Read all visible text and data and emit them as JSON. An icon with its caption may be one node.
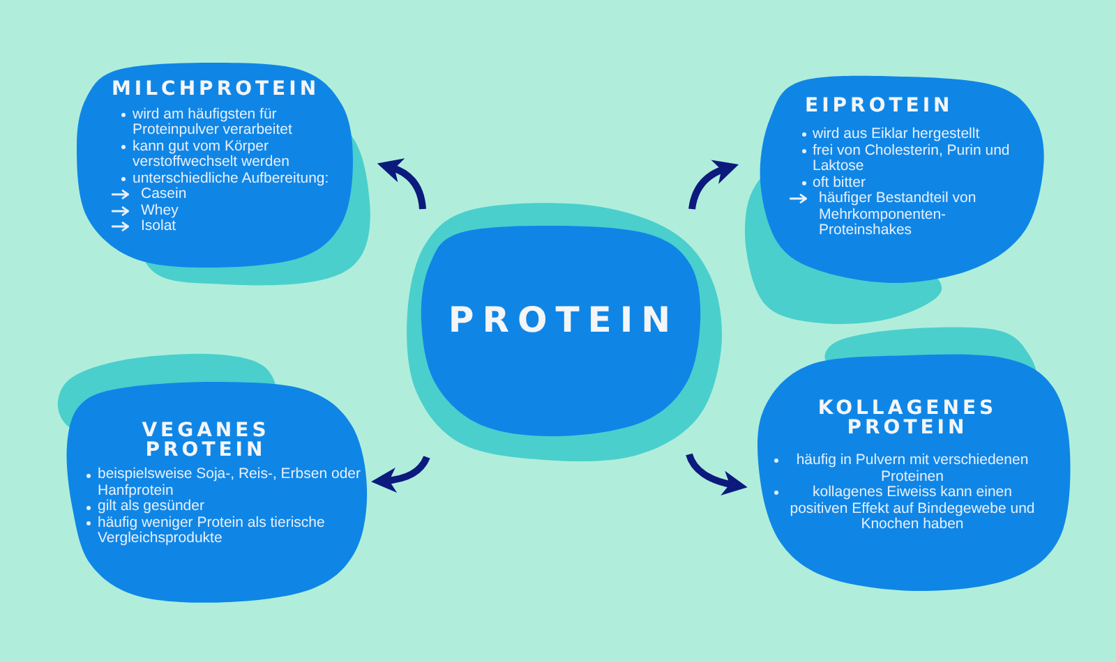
{
  "diagram": {
    "nodes": [
      {
        "text": [
          "MILCHPROTEIN",
          "wird am häufigsten für Proteinpulver verarbeitet",
          "kann gut vom Körper verstoffwechselt werden",
          "unterschiedliche Aufbereitung:",
          "Casein",
          "Whey",
          "Isolat"
        ]
      },
      {
        "text": [
          "EIPROTEIN",
          "wird aus Eiklar hergestellt",
          "frei von Cholesterin, Purin und Laktose",
          "oft bitter",
          "häufiger Bestandteil von Mehrkomponenten-Proteinshakes"
        ]
      },
      {
        "text": [
          "PROTEIN"
        ]
      },
      {
        "text": [
          "VEGANES PROTEIN",
          "beispielsweise Soja-, Reis-, Erbsen oder Hanfprotein",
          "gilt als gesünder",
          "häufig weniger Protein als tierische Vergleichsprodukte"
        ]
      },
      {
        "text": [
          "KOLLAGENES PROTEIN",
          "häufig in Pulvern mit verschiedenen Proteinen",
          "kollagenes Eiweiss kann einen positiven Effekt auf Bindegewebe und Knochen haben"
        ]
      }
    ],
    "edges": [
      {
        "from": 2,
        "to": 0,
        "arrow": "to"
      },
      {
        "from": 2,
        "to": 1,
        "arrow": "to"
      },
      {
        "from": 2,
        "to": 3,
        "arrow": "to"
      },
      {
        "from": 2,
        "to": 4,
        "arrow": "to"
      }
    ]
  }
}
